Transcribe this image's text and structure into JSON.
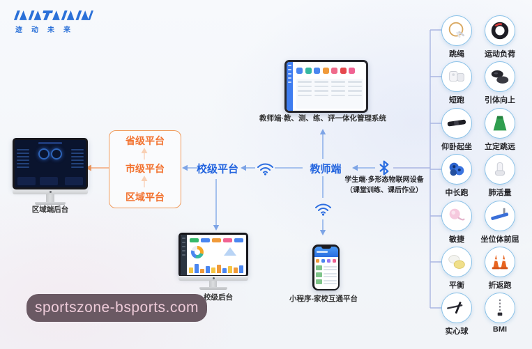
{
  "brand": {
    "subtitle": "迹动未来"
  },
  "flow": {
    "regional_backend_label": "区域端后台",
    "platform_levels": [
      "省级平台",
      "市级平台",
      "区域平台"
    ],
    "school_platform_label": "校级平台",
    "teacher_label": "教师端",
    "tablet_caption": "教师端·教、测、练、评一体化管理系统",
    "student_caption_line1": "学生端·多形态物联网设备",
    "student_caption_line2": "（课堂训练、课后作业）",
    "school_backend_label": "校级后台",
    "miniapp_caption": "小程序-家校互通平台"
  },
  "devices": [
    {
      "label": "跳绳",
      "icon": "jump-rope-icon"
    },
    {
      "label": "运动负荷",
      "icon": "sport-load-icon"
    },
    {
      "label": "短跑",
      "icon": "sprint-icon"
    },
    {
      "label": "引体向上",
      "icon": "pull-up-icon"
    },
    {
      "label": "仰卧起坐",
      "icon": "sit-up-icon"
    },
    {
      "label": "立定跳远",
      "icon": "standing-jump-icon"
    },
    {
      "label": "中长跑",
      "icon": "distance-run-icon"
    },
    {
      "label": "肺活量",
      "icon": "lung-capacity-icon"
    },
    {
      "label": "敏捷",
      "icon": "agility-icon"
    },
    {
      "label": "坐位体前屈",
      "icon": "sit-reach-icon"
    },
    {
      "label": "平衡",
      "icon": "balance-icon"
    },
    {
      "label": "折返跑",
      "icon": "shuttle-run-icon"
    },
    {
      "label": "实心球",
      "icon": "medicine-ball-icon"
    },
    {
      "label": "BMI",
      "icon": "bmi-icon"
    }
  ],
  "watermark": {
    "text": "sportszone-bsports.com"
  },
  "colors": {
    "brand_blue": "#2a70d8",
    "node_blue": "#2566df",
    "line_blue": "#8fb2ea",
    "bracket_blue": "#aab6e2",
    "orange": "#f2712e",
    "orange_light": "#f3a678",
    "circle_border": "#8ac2e8",
    "watermark_bg": "#6a5963",
    "watermark_text": "#eecbd9"
  }
}
